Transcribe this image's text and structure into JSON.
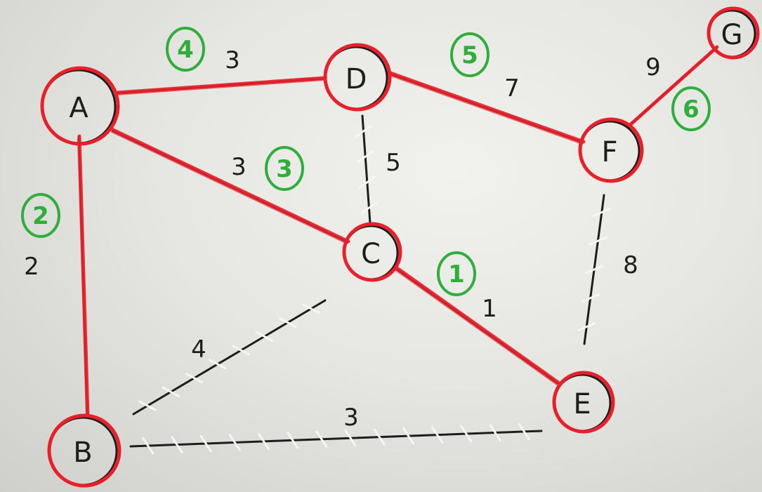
{
  "colors": {
    "ink": "#1d1d1d",
    "selected": "#e8202a",
    "order": "#2fae3b",
    "rejected_hatch": "#f6f6f4"
  },
  "graph": {
    "nodes": [
      {
        "id": "A",
        "label": "A"
      },
      {
        "id": "B",
        "label": "B"
      },
      {
        "id": "C",
        "label": "C"
      },
      {
        "id": "D",
        "label": "D"
      },
      {
        "id": "E",
        "label": "E"
      },
      {
        "id": "F",
        "label": "F"
      },
      {
        "id": "G",
        "label": "G"
      }
    ],
    "edges": [
      {
        "from": "A",
        "to": "D",
        "weight": "3",
        "selected": true,
        "order": "4"
      },
      {
        "from": "A",
        "to": "B",
        "weight": "2",
        "selected": true,
        "order": "2"
      },
      {
        "from": "A",
        "to": "C",
        "weight": "3",
        "selected": true,
        "order": "3"
      },
      {
        "from": "D",
        "to": "F",
        "weight": "7",
        "selected": true,
        "order": "5"
      },
      {
        "from": "F",
        "to": "G",
        "weight": "9",
        "selected": true,
        "order": "6"
      },
      {
        "from": "C",
        "to": "E",
        "weight": "1",
        "selected": true,
        "order": "1"
      },
      {
        "from": "D",
        "to": "C",
        "weight": "5",
        "selected": false,
        "order": ""
      },
      {
        "from": "F",
        "to": "E",
        "weight": "8",
        "selected": false,
        "order": ""
      },
      {
        "from": "B",
        "to": "C",
        "weight": "4",
        "selected": false,
        "order": ""
      },
      {
        "from": "B",
        "to": "E",
        "weight": "3",
        "selected": false,
        "order": ""
      }
    ]
  }
}
